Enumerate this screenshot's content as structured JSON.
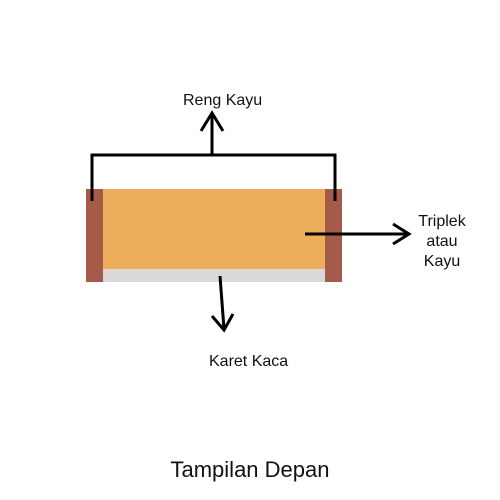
{
  "labels": {
    "reng_kayu": "Reng Kayu",
    "triplek_line1": "Triplek",
    "triplek_line2": "atau",
    "triplek_line3": "Kayu",
    "karet_kaca": "Karet Kaca"
  },
  "caption": "Tampilan Depan",
  "colors": {
    "reng_kayu": "#A65A4A",
    "triplek": "#EEAD5D",
    "karet_kaca": "#D9D9D9",
    "line": "#000000"
  }
}
